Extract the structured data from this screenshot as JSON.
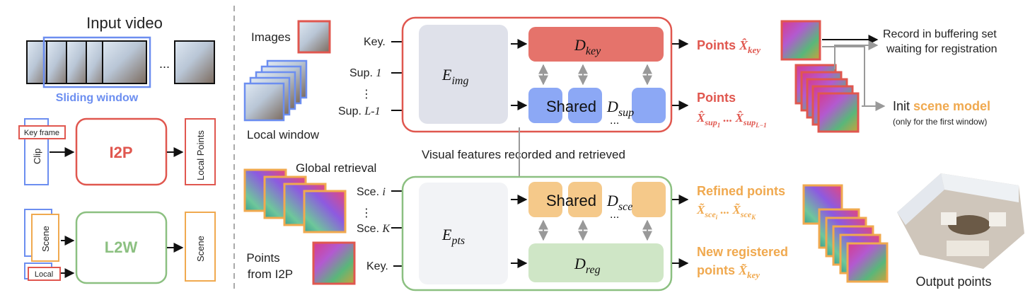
{
  "left_panel": {
    "title": "Input video",
    "ellipsis": "...",
    "sliding_window": "Sliding window",
    "key_frame": "Key frame",
    "clip": "Clip",
    "i2p": "I2P",
    "local_points": "Local Points",
    "scene": "Scene",
    "local": "Local",
    "l2w": "L2W",
    "scene_out": "Scene"
  },
  "top": {
    "images": "Images",
    "local_window": "Local window",
    "key": "Key.",
    "sup1_prefix": "Sup.",
    "sup1_idx": "1",
    "vdots": "⋮",
    "supL_prefix": "Sup.",
    "supL_idx": "L-1",
    "e_img": "E",
    "e_img_sub": "img",
    "d_key": "D",
    "d_key_sub": "key",
    "shared": "Shared",
    "d_sup": "D",
    "d_sup_sub": "sup",
    "dots": "...",
    "points_key": "Points ",
    "points_key_sym": "X̂",
    "points_key_sub": "key",
    "points_sup": "Points",
    "points_sup_formula": "X̂",
    "points_sup_sub1": "sup",
    "points_sup_sub1b": "1",
    "points_sup_mid": " ... ",
    "points_sup_sub2": "sup",
    "points_sup_sub2b": "L−1",
    "record_line1": "Record in buffering set",
    "record_line2": "waiting for registration",
    "init": "Init ",
    "scene_model": "scene model",
    "first_window": "(only for the first window)"
  },
  "middle": {
    "visual_features": "Visual features recorded and retrieved"
  },
  "bottom": {
    "global_retrieval": "Global retrieval",
    "sce_i_prefix": "Sce.",
    "sce_i_idx": "i",
    "vdots": "⋮",
    "sce_k_prefix": "Sce.",
    "sce_k_idx": "K",
    "points_from_line1": "Points",
    "points_from_line2": "from I2P",
    "key": "Key.",
    "e_pts": "E",
    "e_pts_sub": "pts",
    "shared": "Shared",
    "d_sce": "D",
    "d_sce_sub": "sce",
    "dots": "...",
    "d_reg": "D",
    "d_reg_sub": "reg",
    "refined": "Refined points",
    "refined_formula": "X̃",
    "refined_sub1": "sce",
    "refined_sub1b": "i",
    "refined_mid": " ... ",
    "refined_sub2": "sce",
    "refined_sub2b": "K",
    "new_reg_line1": "New registered",
    "new_reg_line2": "points ",
    "new_reg_sym": "X̃",
    "new_reg_sub": "key",
    "output_points": "Output points"
  },
  "colors": {
    "red": "#e0574f",
    "orange": "#f0a94f",
    "green": "#8cc081",
    "blue": "#6c8ef0",
    "gray_box": "#dfe1ea",
    "d_key_fill": "#e5736b",
    "shared_blue": "#8ca8f5",
    "shared_orange": "#f5c98a",
    "d_reg_fill": "#cfe6c6"
  }
}
